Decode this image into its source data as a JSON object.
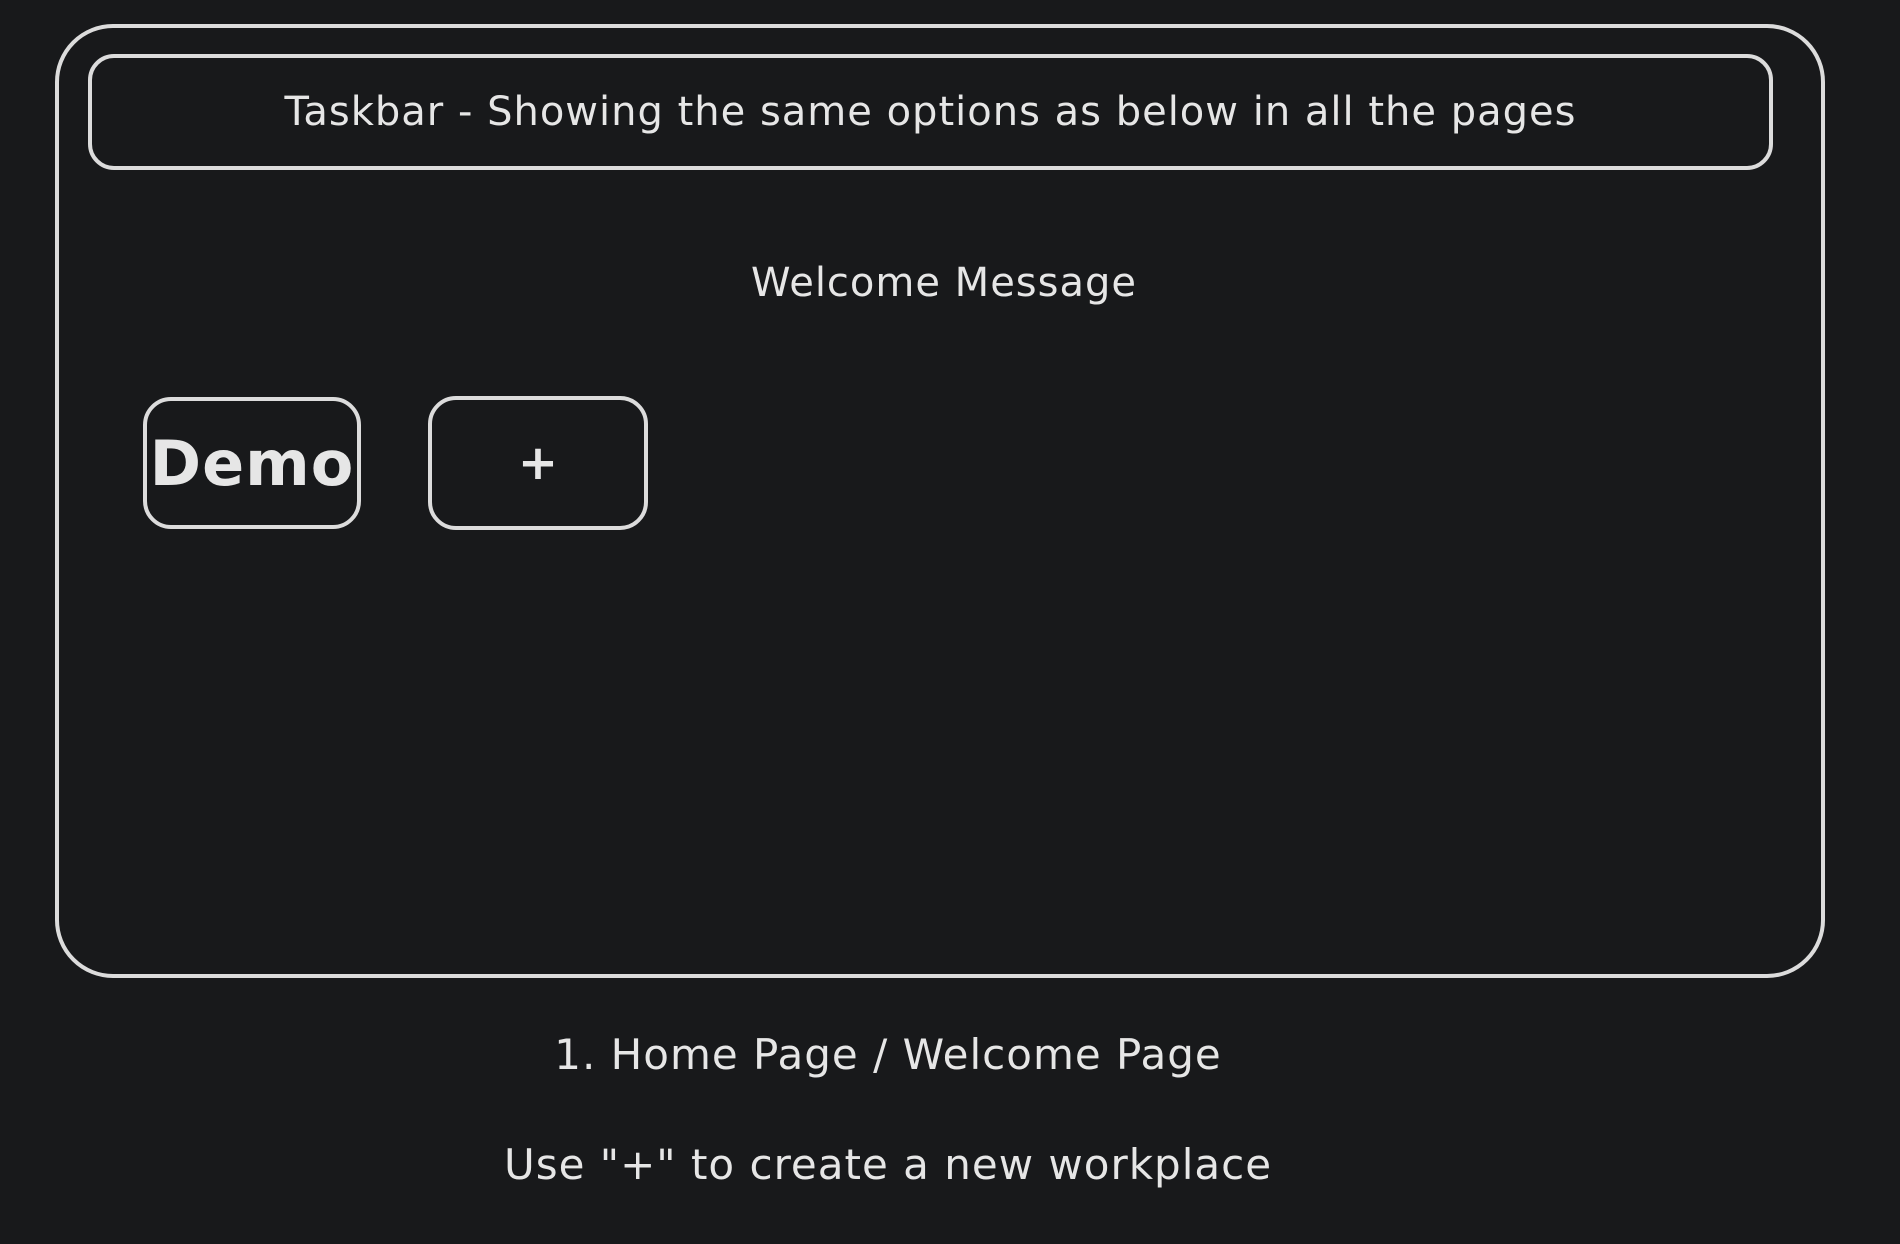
{
  "taskbar": {
    "label": "Taskbar - Showing the same options as below in all the pages"
  },
  "main": {
    "welcome_message": "Welcome Message",
    "workspace_buttons": [
      {
        "label": "Demo"
      },
      {
        "label": "+"
      }
    ]
  },
  "captions": {
    "title": "1. Home Page / Welcome Page",
    "note": "Use \"+\" to create a new workplace"
  }
}
